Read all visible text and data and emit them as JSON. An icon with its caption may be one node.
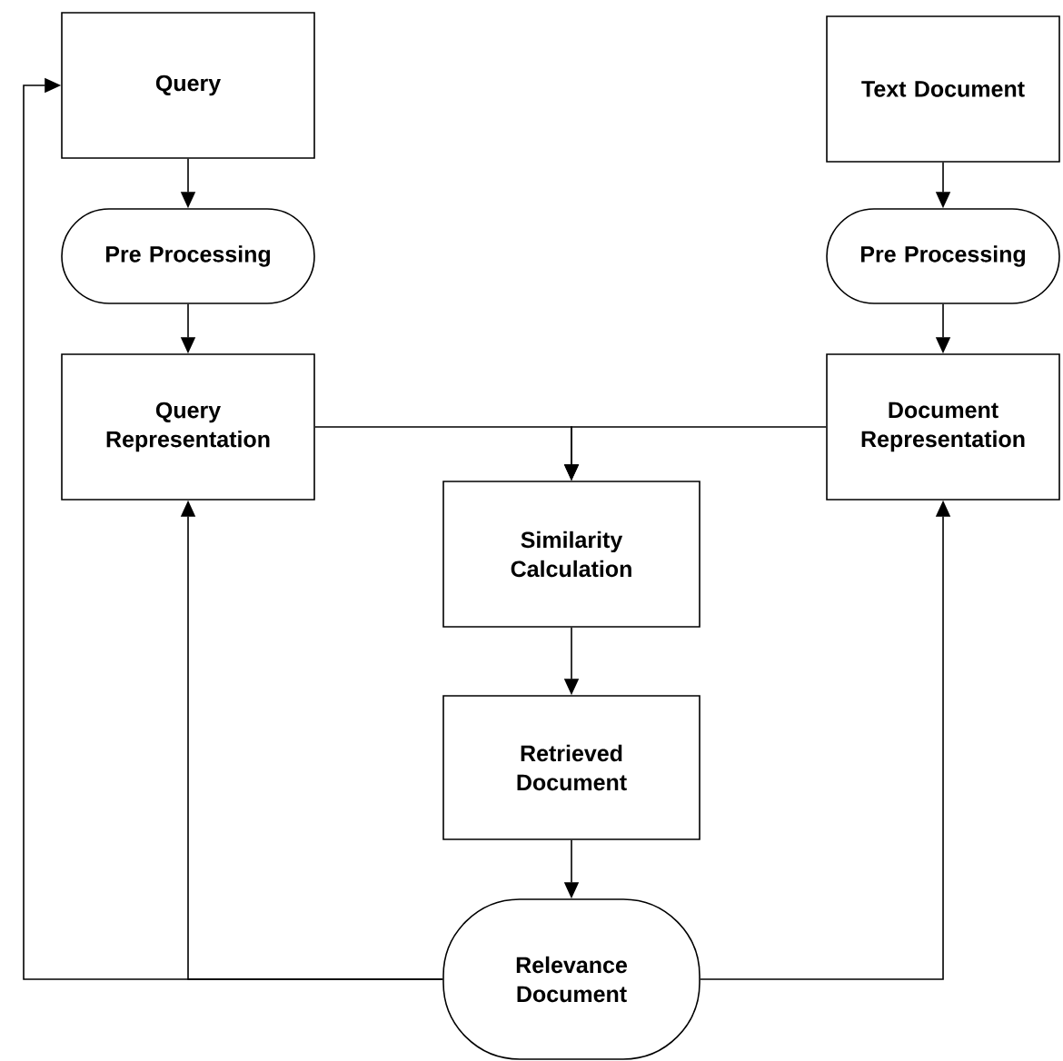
{
  "diagram": {
    "nodes": [
      {
        "text": [
          "Query"
        ]
      },
      {
        "text": [
          "Pre Processing"
        ]
      },
      {
        "text": [
          "Query Representation"
        ]
      },
      {
        "text": [
          "Text Document"
        ]
      },
      {
        "text": [
          "Pre Processing"
        ]
      },
      {
        "text": [
          "Document Representation"
        ]
      },
      {
        "text": [
          "Similarity Calculation"
        ]
      },
      {
        "text": [
          "Retrieved Document"
        ]
      },
      {
        "text": [
          "Relevance Document"
        ]
      }
    ],
    "edges": [
      {
        "from": 0,
        "to": 1,
        "arrow": "to"
      },
      {
        "from": 1,
        "to": 2,
        "arrow": "to"
      },
      {
        "from": 3,
        "to": 4,
        "arrow": "to"
      },
      {
        "from": 4,
        "to": 5,
        "arrow": "to"
      },
      {
        "from": 2,
        "to": 6,
        "arrow": "to"
      },
      {
        "from": 5,
        "to": 6,
        "arrow": "to"
      },
      {
        "from": 6,
        "to": 7,
        "arrow": "to"
      },
      {
        "from": 7,
        "to": 8,
        "arrow": "to"
      },
      {
        "from": 8,
        "to": 2,
        "arrow": "to"
      },
      {
        "from": 8,
        "to": 0,
        "arrow": "to"
      },
      {
        "from": 8,
        "to": 5,
        "arrow": "to"
      }
    ]
  }
}
